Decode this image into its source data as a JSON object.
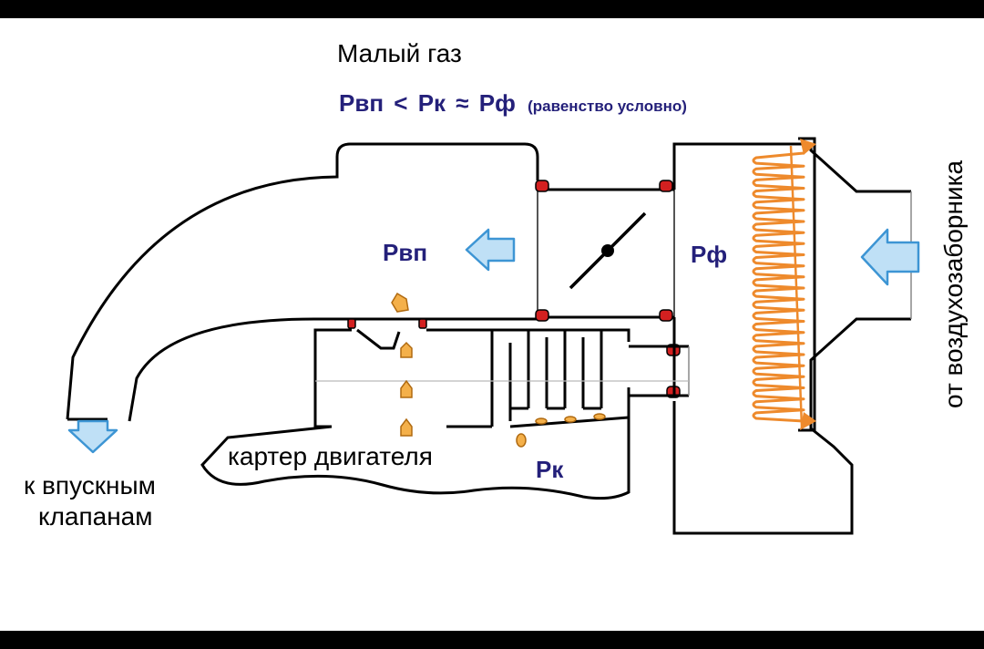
{
  "title": "Малый газ",
  "formula": {
    "p_vp": "Pвп",
    "less": "<",
    "p_k": "Pк",
    "approx": "≈",
    "p_f": "Pф",
    "note": "(равенство условно)"
  },
  "labels": {
    "p_vp": "Pвп",
    "p_f": "Pф",
    "p_k": "Pк",
    "crankcase": "картер двигателя",
    "to_valves_line1": "к впускным",
    "to_valves_line2": "клапанам",
    "from_intake": "от воздухозаборника"
  },
  "colors": {
    "pressure_text": "#24207a",
    "arrow_fill": "#bfe0f6",
    "arrow_stroke": "#3d95d4",
    "filter_coil": "#ee8a2c",
    "seal": "#d32020",
    "oil_drop": "#ee8a2c",
    "line": "#000000"
  },
  "icons": {
    "arrow": "arrow-icon",
    "droplet": "oil-droplet-icon",
    "seal": "seal-icon",
    "throttle": "throttle-valve-icon",
    "filter": "air-filter-coil-icon"
  }
}
